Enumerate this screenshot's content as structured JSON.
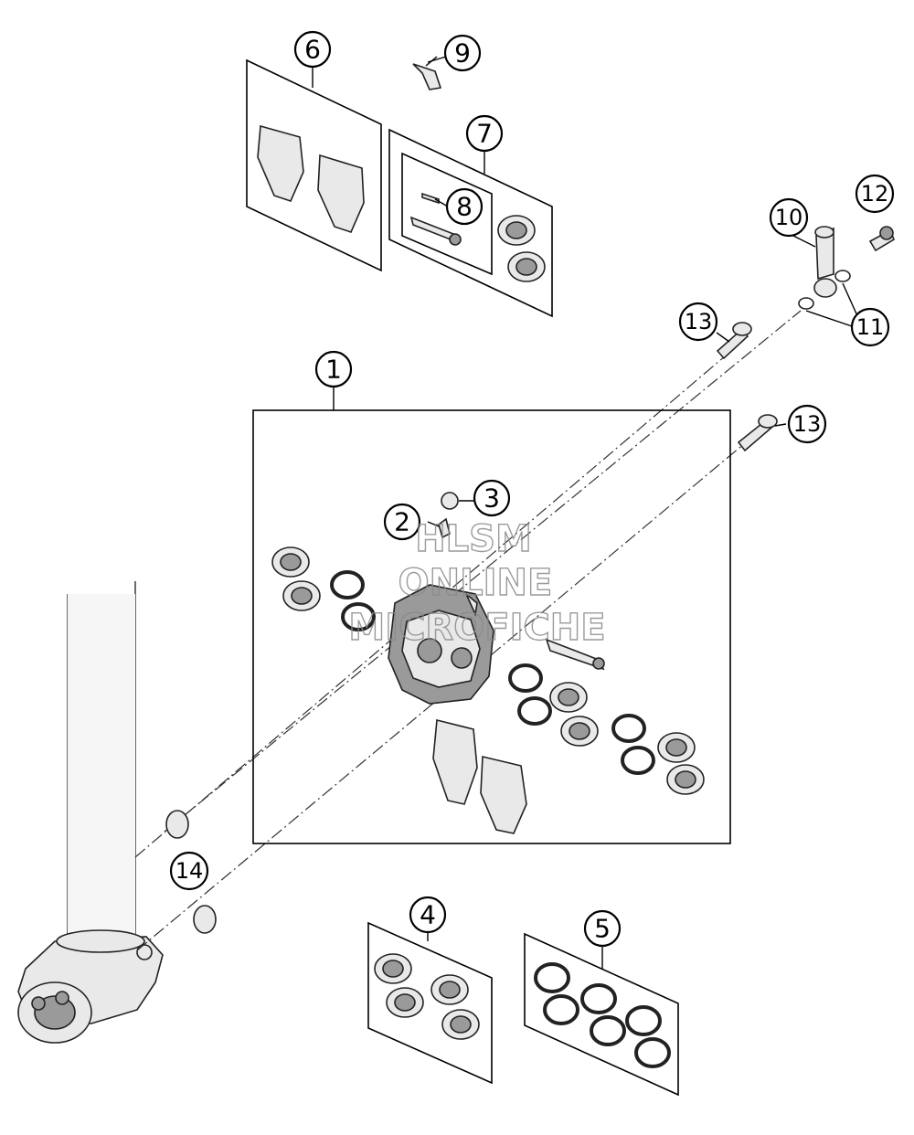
{
  "watermark": {
    "line1": "HLSM",
    "line2": "ONLINE",
    "line3": "MICROFICHE"
  },
  "callouts": {
    "c1": "1",
    "c2": "2",
    "c3": "3",
    "c4": "4",
    "c5": "5",
    "c6": "6",
    "c7": "7",
    "c8": "8",
    "c9": "9",
    "c10": "10",
    "c11": "11",
    "c12": "12",
    "c13a": "13",
    "c13b": "13",
    "c14": "14"
  }
}
